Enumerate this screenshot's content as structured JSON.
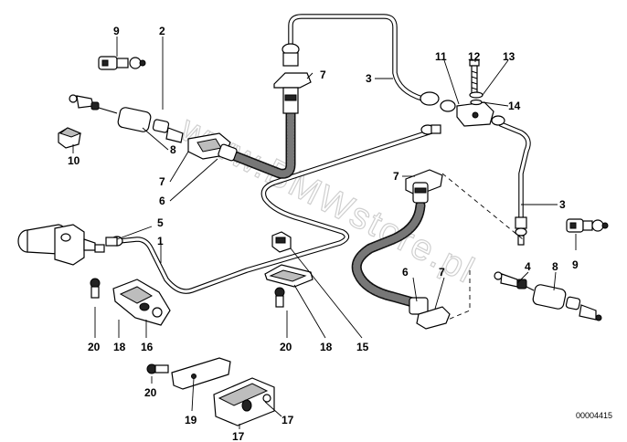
{
  "diagram_code": "00004415",
  "watermark": "www.BMWstore.pl",
  "callouts": {
    "c1": "1",
    "c2": "2",
    "c3a": "3",
    "c3b": "3",
    "c4": "4",
    "c5": "5",
    "c6a": "6",
    "c6b": "6",
    "c7a": "7",
    "c7b": "7",
    "c7c": "7",
    "c7d": "7",
    "c8a": "8",
    "c8b": "8",
    "c9a": "9",
    "c9b": "9",
    "c10": "10",
    "c11": "11",
    "c12": "12",
    "c13": "13",
    "c14": "14",
    "c15": "15",
    "c16": "16",
    "c17a": "17",
    "c17b": "17",
    "c18a": "18",
    "c18b": "18",
    "c19": "19",
    "c20a": "20",
    "c20b": "20",
    "c20c": "20"
  }
}
